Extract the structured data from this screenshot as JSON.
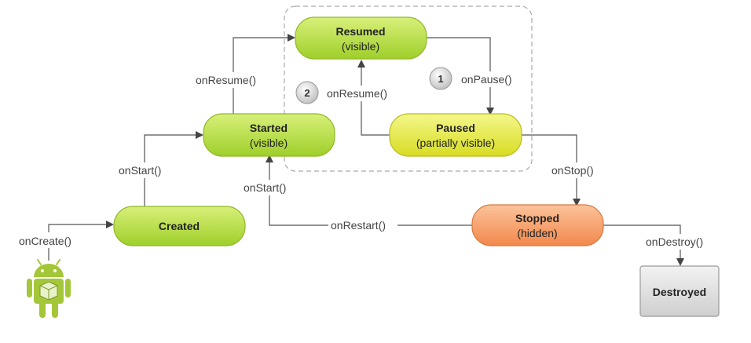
{
  "states": {
    "resumed": {
      "title": "Resumed",
      "subtitle": "(visible)"
    },
    "started": {
      "title": "Started",
      "subtitle": "(visible)"
    },
    "paused": {
      "title": "Paused",
      "subtitle": "(partially visible)"
    },
    "created": {
      "title": "Created"
    },
    "stopped": {
      "title": "Stopped",
      "subtitle": "(hidden)"
    },
    "destroyed": {
      "title": "Destroyed"
    }
  },
  "transitions": {
    "on_create": "onCreate()",
    "on_start_created": "onStart()",
    "on_resume_started": "onResume()",
    "on_pause": "onPause()",
    "on_resume_paused": "onResume()",
    "on_stop": "onStop()",
    "on_restart": "onRestart()",
    "on_start_restart": "onStart()",
    "on_destroy": "onDestroy()"
  },
  "badges": {
    "pause_badge": "1",
    "resume_badge": "2"
  },
  "colors": {
    "green_fill": "#b6e04a",
    "yellow_fill": "#e6ea3a",
    "orange_fill": "#f7a46a",
    "gray_fill": "#e0e0e0",
    "android_green": "#a4c639"
  },
  "icons": {
    "start_icon": "android-robot-icon"
  }
}
